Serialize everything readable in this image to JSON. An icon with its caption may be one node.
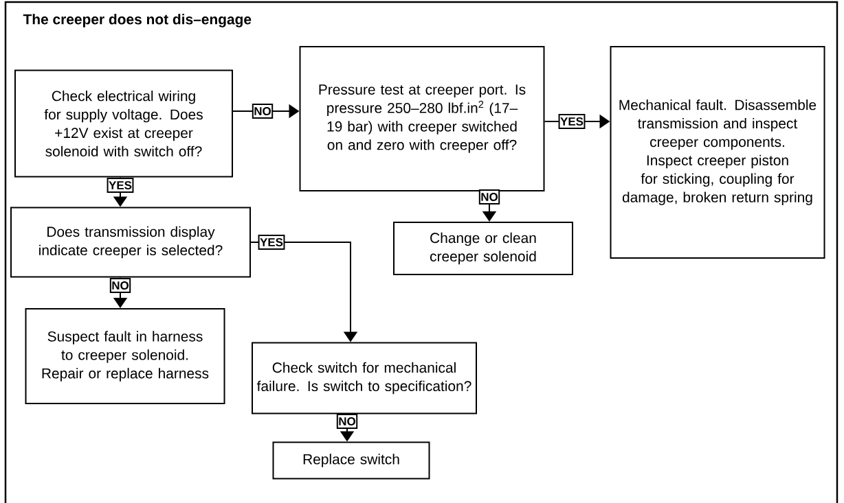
{
  "diagram": {
    "title": "The creeper does not dis–engage",
    "nodes": [
      {
        "text": [
          "Check electrical wiring for supply voltage. Does +12V exist at creeper solenoid with switch off?"
        ]
      },
      {
        "text": [
          "Pressure test at creeper port. Is pressure 250–280 lbf.in$^{2}$ (17–19 bar) with creeper switched on and zero with creeper off?"
        ]
      },
      {
        "text": [
          "Mechanical fault. Disassemble transmission and inspect creeper components. Inspect creeper piston for sticking, coupling for damage, broken return spring"
        ]
      },
      {
        "text": [
          "Does transmission display indicate creeper is selected?"
        ]
      },
      {
        "text": [
          "Change or clean creeper solenoid"
        ]
      },
      {
        "text": [
          "Suspect fault in harness to creeper solenoid. Repair or replace harness"
        ]
      },
      {
        "text": [
          "Check switch for mechanical failure. Is switch to specification?"
        ]
      },
      {
        "text": [
          "Replace switch"
        ]
      }
    ],
    "edges": [
      {
        "from": 0,
        "to": 1,
        "arrow": "to",
        "label": "NO"
      },
      {
        "from": 0,
        "to": 3,
        "arrow": "to",
        "label": "YES"
      },
      {
        "from": 1,
        "to": 2,
        "arrow": "to",
        "label": "YES"
      },
      {
        "from": 1,
        "to": 4,
        "arrow": "to",
        "label": "NO"
      },
      {
        "from": 3,
        "to": 6,
        "arrow": "to",
        "label": "YES"
      },
      {
        "from": 3,
        "to": 5,
        "arrow": "to",
        "label": "NO"
      },
      {
        "from": 6,
        "to": 7,
        "arrow": "to",
        "label": "NO"
      }
    ]
  }
}
